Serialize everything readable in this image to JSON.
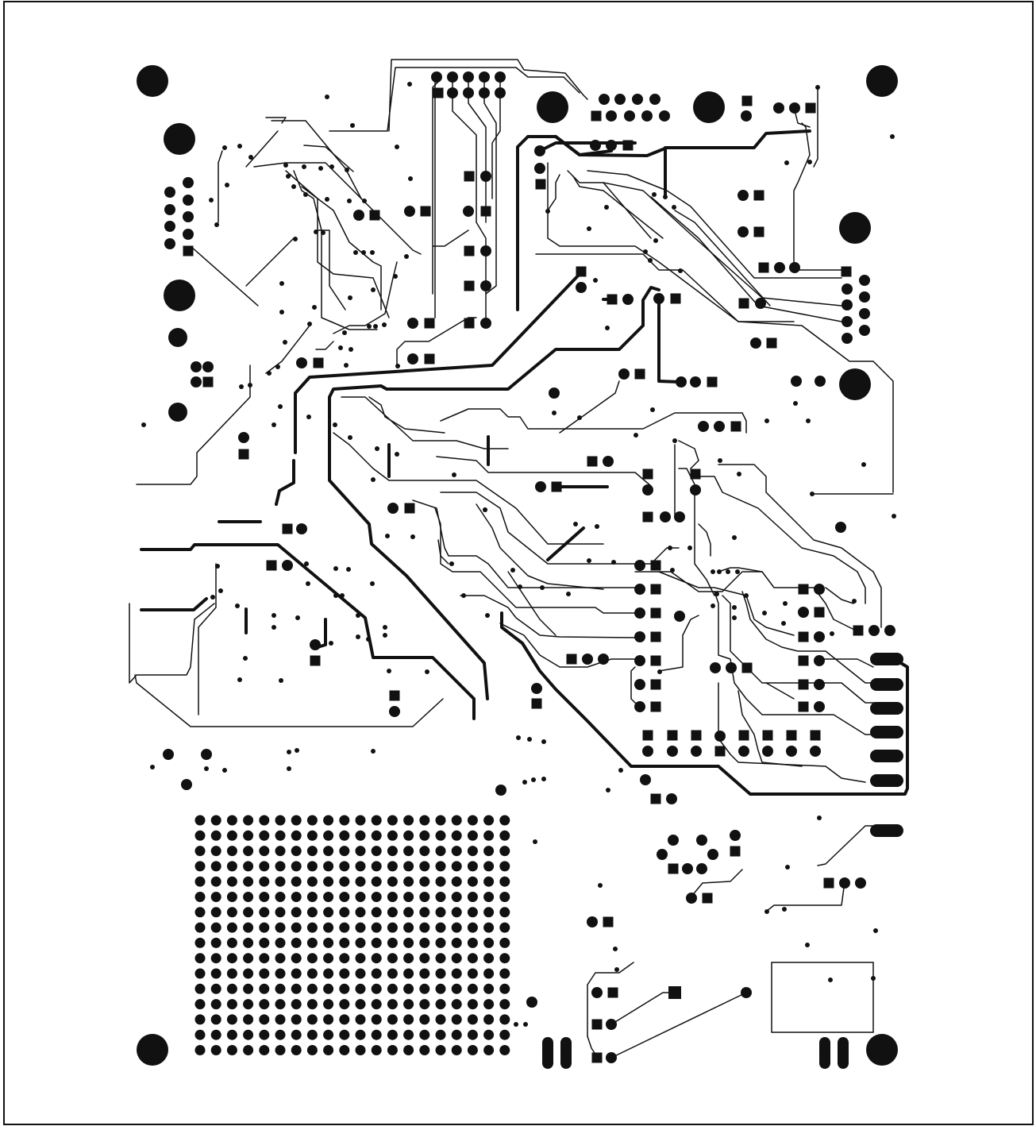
{
  "image_kind": "pcb-layer-artwork",
  "colors": {
    "background": "#ffffff",
    "copper": "#111111",
    "border": "#111111"
  },
  "mounting_holes": 10,
  "via_grid": {
    "rows": 16,
    "cols": 20
  }
}
